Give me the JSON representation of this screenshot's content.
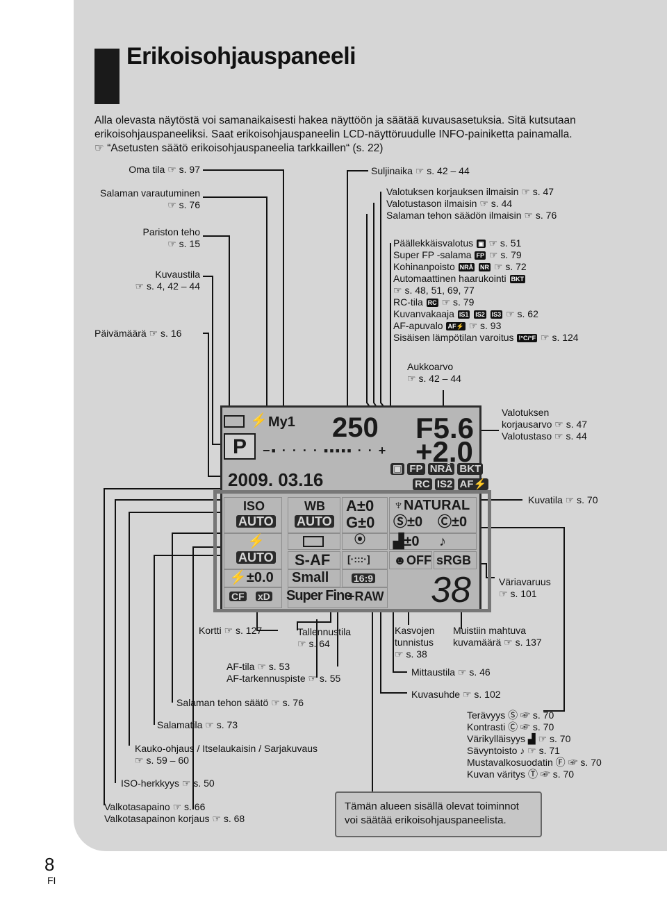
{
  "page": {
    "title": "Erikoisohjauspaneeli",
    "intro": [
      "Alla olevasta näytöstä voi samanaikaisesti hakea näyttöön ja säätää kuvausasetuksia. Sitä kutsutaan",
      "erikoisohjauspaneeliksi. Saat erikoisohjauspaneelin LCD-näyttöruudulle INFO-painiketta painamalla.",
      "☞ “Asetusten säätö erikoisohjauspaneelia tarkkaillen“ (s. 22)"
    ],
    "page_number": "8",
    "language": "FI"
  },
  "ref_icon": "☞",
  "labels_left": {
    "oma_tila": "Oma tila ☞ s. 97",
    "salaman_varautuminen_1": "Salaman varautuminen",
    "salaman_varautuminen_2": "☞ s. 76",
    "pariston_teho_1": "Pariston teho",
    "pariston_teho_2": "☞ s. 15",
    "kuvaustila_1": "Kuvaustila",
    "kuvaustila_2": "☞ s. 4, 42 – 44",
    "paivamaara": "Päivämäärä ☞ s. 16"
  },
  "labels_right_top": {
    "suljinaika": "Suljinaika ☞ s. 42 – 44",
    "valotuksen_korjauksen_ilmaisin": "Valotuksen korjauksen ilmaisin ☞ s. 47",
    "valotustason_ilmaisin": "Valotustason ilmaisin ☞ s. 44",
    "salaman_tehon_saadon_ilmaisin": "Salaman tehon säädön ilmaisin ☞ s. 76",
    "paallekkaisvalotus": "Päällekkäisvalotus",
    "paallekkaisvalotus_ref": "☞ s. 51",
    "super_fp": "Super FP -salama",
    "super_fp_ref": "☞ s. 79",
    "kohinanpoisto": "Kohinanpoisto",
    "kohinanpoisto_ref": "☞ s. 72",
    "automaattinen_haarukointi": "Automaattinen haarukointi",
    "automaattinen_haarukointi_ref": "☞ s. 48, 51, 69, 77",
    "rc_tila": "RC-tila",
    "rc_tila_ref": "☞ s. 79",
    "kuvanvakaaja": "Kuvanvakaaja",
    "kuvanvakaaja_ref": "☞ s. 62",
    "af_apuvalo": "AF-apuvalo",
    "af_apuvalo_ref": "☞ s. 93",
    "lampotila": "Sisäisen lämpötilan varoitus",
    "lampotila_ref": "☞ s. 124",
    "aukkoarvo_1": "Aukkoarvo",
    "aukkoarvo_2": "☞ s. 42 – 44"
  },
  "glyphs": {
    "fp": "FP",
    "nra": "NRÂ",
    "nr": "NR",
    "bkt": "BKT",
    "rc": "RC",
    "is1": "IS1",
    "is2": "IS2",
    "is3": "IS3",
    "af": "AF⚡",
    "temp": "!°C/°F"
  },
  "labels_right_mid": {
    "valotuksen_korjausarvo_1": "Valotuksen",
    "valotuksen_korjausarvo_2": "korjausarvo ☞ s. 47",
    "valotustaso": "Valotustaso ☞ s. 44",
    "kuvatila": "Kuvatila ☞ s. 70",
    "variavaruus_1": "Väriavaruus",
    "variavaruus_2": "☞ s. 101"
  },
  "lcd": {
    "shutter": "250",
    "aperture": "F5.6",
    "exposure_comp": "+2.0",
    "mode": "P",
    "mymode": "My1",
    "date": "2009. 03.16",
    "row_icons_1": [
      "FP",
      "NRÂ",
      "BKT"
    ],
    "row_icons_2": [
      "RC",
      "IS2",
      "AF⚡"
    ],
    "iso_label": "ISO",
    "iso_value": "AUTO",
    "wb_label": "WB",
    "wb_value": "AUTO",
    "wb_a": "A±0",
    "wb_g": "G±0",
    "picture_mode": "NATURAL",
    "sharpness": "±0",
    "contrast": "±0",
    "saturation": "±0",
    "flash_mode": "AUTO",
    "flash_comp": "±0.0",
    "af_mode": "S-AF",
    "size": "Small",
    "aspect": "16:9",
    "face": "OFF",
    "color_space": "sRGB",
    "quality": "Super Fine",
    "raw": "+RAW",
    "card_cf": "CF",
    "card_xd": "xD",
    "remaining": "38"
  },
  "labels_bottom": {
    "kortti": "Kortti ☞ s. 127",
    "tallennustila_1": "Tallennustila",
    "tallennustila_2": "☞ s. 64",
    "af_tila": "AF-tila ☞ s. 53",
    "af_tarkennuspiste": "AF-tarkennuspiste ☞ s. 55",
    "salaman_tehon_saato": "Salaman tehon säätö ☞ s. 76",
    "salamatila": "Salamatila ☞ s. 73",
    "kauko_1": "Kauko-ohjaus / Itselaukaisin / Sarjakuvaus",
    "kauko_2": "☞ s. 59 – 60",
    "iso_herkkyys": "ISO-herkkyys ☞ s. 50",
    "valkotasapaino": "Valkotasapaino ☞ s. 66",
    "valkotasapainon_korjaus": "Valkotasapainon korjaus ☞ s. 68",
    "kasvojen_1": "Kasvojen",
    "kasvojen_2": "tunnistus",
    "kasvojen_3": "☞ s. 38",
    "muistiin_1": "Muistiin mahtuva",
    "muistiin_2": "kuvamäärä ☞ s. 137",
    "mittaustila": "Mittaustila ☞ s. 46",
    "kuvasuhde": "Kuvasuhde ☞ s. 102",
    "teravyys": "Terävyys",
    "teravyys_ref": "☞ s. 70",
    "kontrasti": "Kontrasti",
    "kontrasti_ref": "☞ s. 70",
    "varikylaisyys": "Värikylläisyys",
    "varikylaisyys_ref": "☞ s. 70",
    "savyntoisto": "Sävyntoisto",
    "savyntoisto_ref": "☞ s. 71",
    "mustavalkosuodatin": "Mustavalkosuodatin",
    "mustavalkosuodatin_ref": "☞ s. 70",
    "kuvan_varitys": "Kuvan väritys",
    "kuvan_varitys_ref": "☞ s. 70"
  },
  "note": {
    "line1": "Tämän alueen sisällä olevat toiminnot",
    "line2": "voi säätää erikoisohjauspaneelista."
  }
}
